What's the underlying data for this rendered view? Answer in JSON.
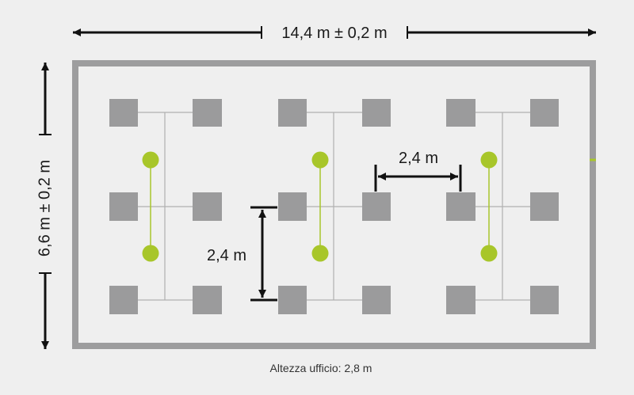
{
  "dimensions": {
    "width_label": "14,4 m ± 0,2 m",
    "height_label": "6,6 m ± 0,2 m",
    "horizontal_spacing_label": "2,4 m",
    "vertical_spacing_label": "2,4 m"
  },
  "caption": "Altezza ufficio: 2,8 m",
  "colors": {
    "background": "#efefef",
    "room_border": "#9d9d9e",
    "luminaire": "#9b9b9c",
    "wiring": "#b0b0b0",
    "sensor": "#a8c62a",
    "dimension": "#111111"
  },
  "layout_summary": {
    "luminaire_groups": 3,
    "luminaires_per_group": 6,
    "sensors_per_group": 2
  }
}
